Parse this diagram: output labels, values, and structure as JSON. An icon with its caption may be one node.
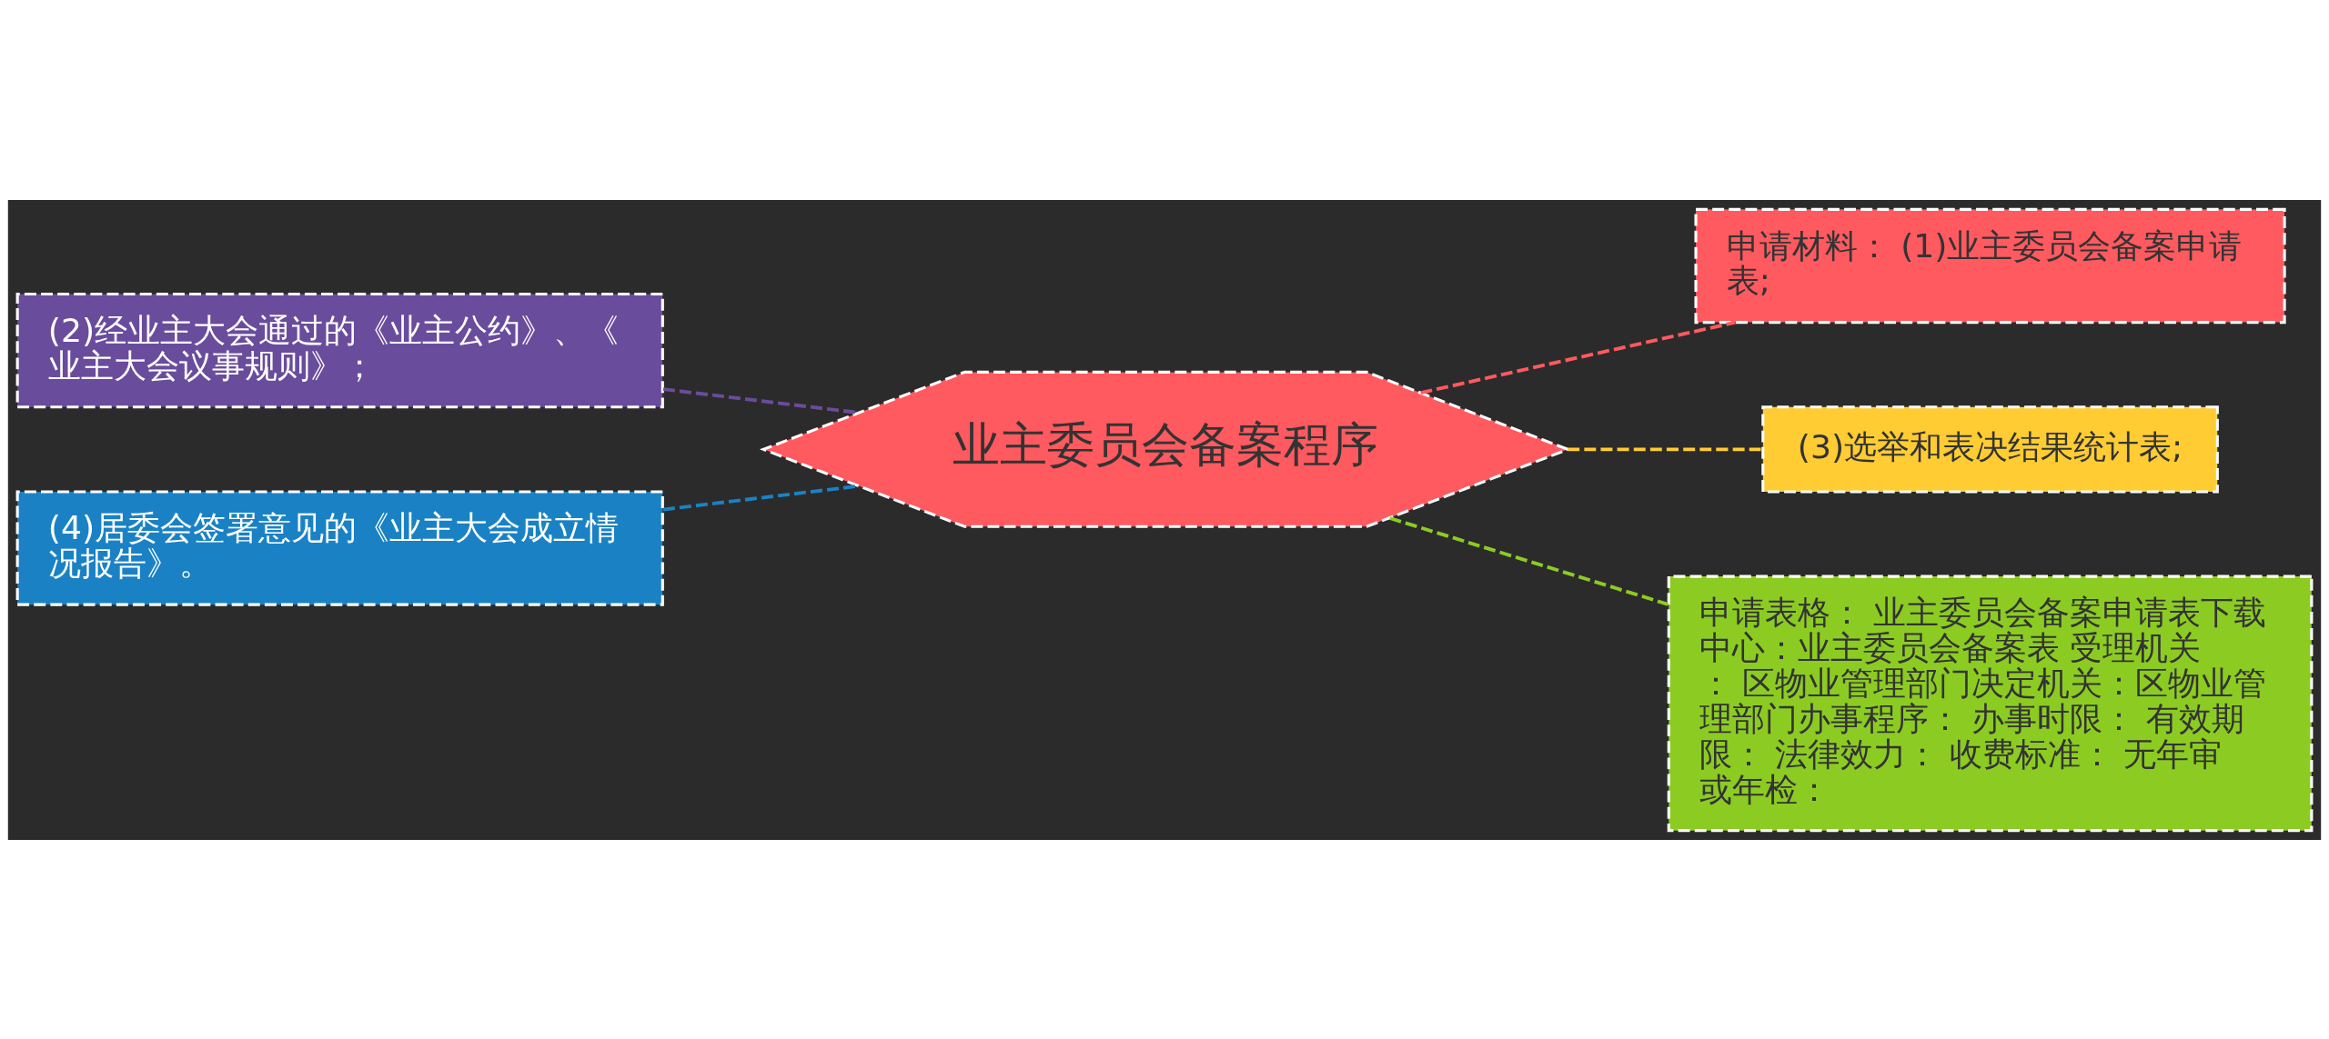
{
  "diagram": {
    "nodes": [
      {
        "text": [
          "(2)经业主大会通过的《业主公约》、《业主大会议事规则》；"
        ]
      },
      {
        "text": [
          "(4)居委会签署意见的《业主大会成立情况报告》。"
        ]
      },
      {
        "text": [
          "业主委员会备案程序"
        ]
      },
      {
        "text": [
          "申请材料： (1)业主委员会备案申请表;"
        ]
      },
      {
        "text": [
          "(3)选举和表决结果统计表;"
        ]
      },
      {
        "text": [
          "申请表格： 业主委员会备案申请表下载中心：业主委员会备案表 受理机关： 区物业管理部门决定机关：区物业管理部门办事程序： 办事时限： 有效期限： 法律效力： 收费标准： 无年审或年检："
        ]
      }
    ],
    "edges": [
      {
        "from": 2,
        "to": 0,
        "arrow": "none",
        "style": "dashed",
        "color": "#6a4c9c"
      },
      {
        "from": 2,
        "to": 1,
        "arrow": "none",
        "style": "dashed",
        "color": "#1a82c4"
      },
      {
        "from": 2,
        "to": 3,
        "arrow": "none",
        "style": "dashed",
        "color": "#ff5a5f"
      },
      {
        "from": 2,
        "to": 4,
        "arrow": "none",
        "style": "dashed",
        "color": "#ffcc33"
      },
      {
        "from": 2,
        "to": 5,
        "arrow": "none",
        "style": "dashed",
        "color": "#8ccc22"
      }
    ]
  }
}
